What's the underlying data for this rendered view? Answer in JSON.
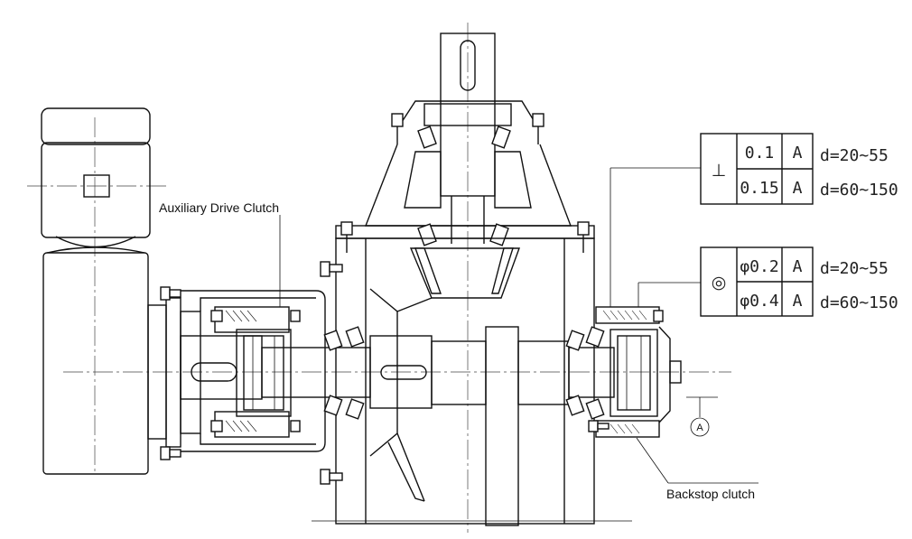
{
  "labels": {
    "auxiliary_drive_clutch": "Auxiliary Drive Clutch",
    "backstop_clutch": "Backstop clutch",
    "datum": "A"
  },
  "tolerances": {
    "perpendicularity": {
      "symbol": "⊥",
      "rows": [
        {
          "value": "0.1",
          "datum": "A",
          "range": "d=20~55"
        },
        {
          "value": "0.15",
          "datum": "A",
          "range": "d=60~150"
        }
      ]
    },
    "concentricity": {
      "symbol": "◎",
      "rows": [
        {
          "value": "φ0.2",
          "datum": "A",
          "range": "d=20~55"
        },
        {
          "value": "φ0.4",
          "datum": "A",
          "range": "d=60~150"
        }
      ]
    }
  }
}
